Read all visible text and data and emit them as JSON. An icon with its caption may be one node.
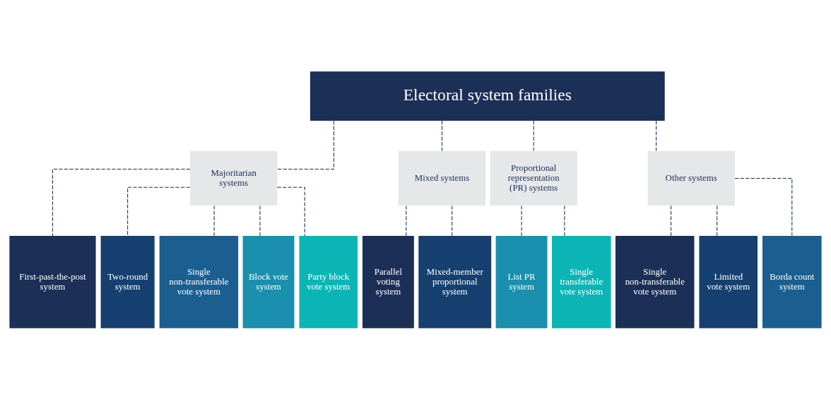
{
  "diagram": {
    "nodes": [
      {
        "text": [
          "Electoral system families"
        ]
      },
      {
        "text": [
          "Majoritarian systems"
        ]
      },
      {
        "text": [
          "Mixed systems"
        ]
      },
      {
        "text": [
          "Proportional representation (PR) systems"
        ]
      },
      {
        "text": [
          "Other systems"
        ]
      },
      {
        "text": [
          "First-past-the-post system"
        ]
      },
      {
        "text": [
          "Two-round system"
        ]
      },
      {
        "text": [
          "Single non-transferable vote system"
        ]
      },
      {
        "text": [
          "Block vote system"
        ]
      },
      {
        "text": [
          "Party block vote system"
        ]
      },
      {
        "text": [
          "Parallel voting system"
        ]
      },
      {
        "text": [
          "Mixed-member proportional system"
        ]
      },
      {
        "text": [
          "List PR system"
        ]
      },
      {
        "text": [
          "Single transferable vote system"
        ]
      },
      {
        "text": [
          "Single non-transferable vote system"
        ]
      },
      {
        "text": [
          "Limited vote system"
        ]
      },
      {
        "text": [
          "Borda count system"
        ]
      }
    ],
    "edges": [
      {
        "from": 0,
        "to": 1,
        "arrow": "none",
        "style": "dashed"
      },
      {
        "from": 0,
        "to": 2,
        "arrow": "none",
        "style": "dashed"
      },
      {
        "from": 0,
        "to": 3,
        "arrow": "none",
        "style": "dashed"
      },
      {
        "from": 0,
        "to": 4,
        "arrow": "none",
        "style": "dashed"
      },
      {
        "from": 1,
        "to": 5,
        "arrow": "none",
        "style": "dashed"
      },
      {
        "from": 1,
        "to": 6,
        "arrow": "none",
        "style": "dashed"
      },
      {
        "from": 1,
        "to": 7,
        "arrow": "none",
        "style": "dashed"
      },
      {
        "from": 1,
        "to": 8,
        "arrow": "none",
        "style": "dashed"
      },
      {
        "from": 1,
        "to": 9,
        "arrow": "none",
        "style": "dashed"
      },
      {
        "from": 2,
        "to": 10,
        "arrow": "none",
        "style": "dashed"
      },
      {
        "from": 2,
        "to": 11,
        "arrow": "none",
        "style": "dashed"
      },
      {
        "from": 3,
        "to": 12,
        "arrow": "none",
        "style": "dashed"
      },
      {
        "from": 3,
        "to": 13,
        "arrow": "none",
        "style": "dashed"
      },
      {
        "from": 4,
        "to": 14,
        "arrow": "none",
        "style": "dashed"
      },
      {
        "from": 4,
        "to": 15,
        "arrow": "none",
        "style": "dashed"
      },
      {
        "from": 4,
        "to": 16,
        "arrow": "none",
        "style": "dashed"
      }
    ]
  }
}
